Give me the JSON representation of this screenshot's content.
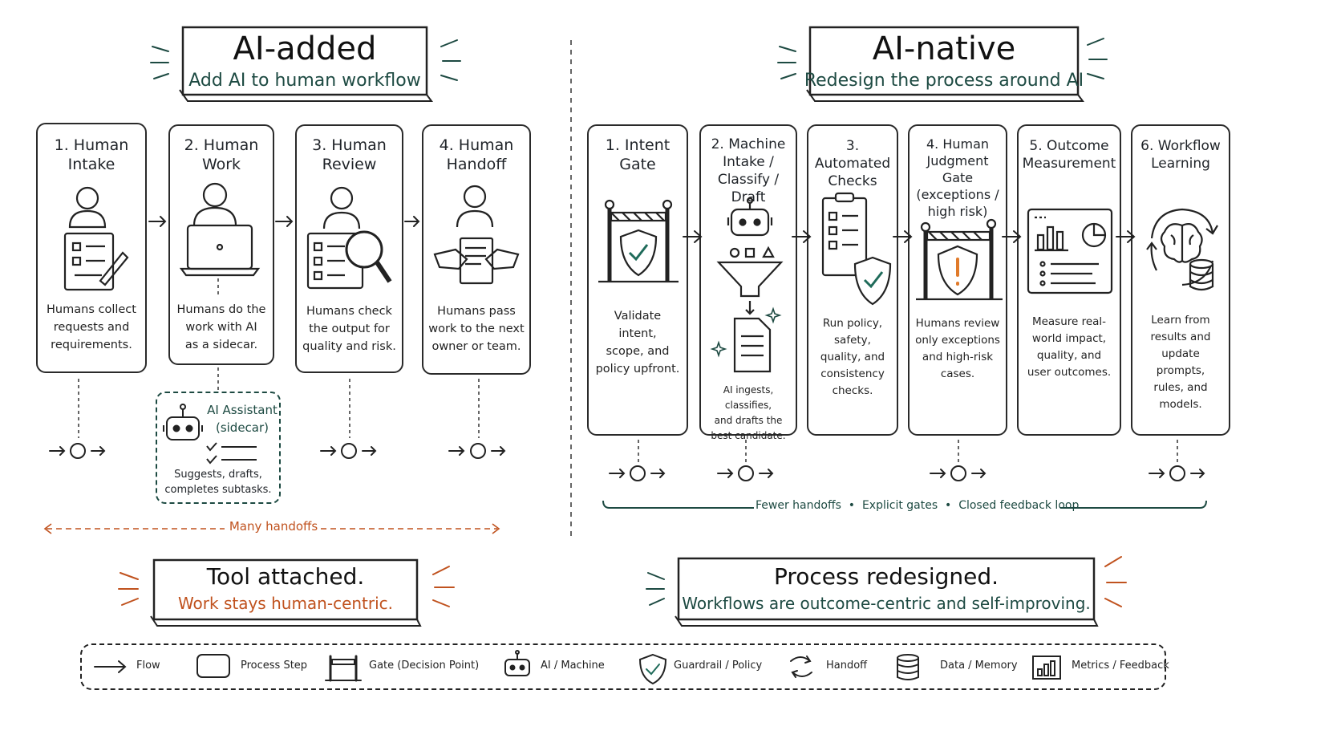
{
  "left": {
    "banner": {
      "title": "AI-added",
      "subtitle": "Add AI to human workflow"
    },
    "steps": [
      {
        "title": "1.  Human\nIntake",
        "desc": "Humans collect\nrequests and\nrequirements."
      },
      {
        "title": "2.  Human\nWork",
        "desc": "Humans do the\nwork with AI\nas a sidecar."
      },
      {
        "title": "3.  Human\nReview",
        "desc": "Humans check\nthe output for\nquality and risk."
      },
      {
        "title": "4.  Human\nHandoff",
        "desc": "Humans pass\nwork to the next\nowner or team."
      }
    ],
    "assistant": {
      "title": "AI Assistant\n(sidecar)",
      "desc": "Suggests, drafts,\ncompletes subtasks."
    },
    "handoff_note": "Many handoffs",
    "footer": {
      "title": "Tool attached.",
      "subtitle": "Work stays human-centric."
    }
  },
  "right": {
    "banner": {
      "title": "AI-native",
      "subtitle": "Redesign the process around AI"
    },
    "steps": [
      {
        "title": "1.  Intent\nGate",
        "desc": "Validate intent,\nscope, and\npolicy upfront."
      },
      {
        "title": "2.  Machine\nIntake / Classify /\nDraft",
        "desc": "AI ingests, classifies,\nand drafts the\nbest candidate."
      },
      {
        "title": "3.  Automated\nChecks",
        "desc": "Run policy, safety,\nquality, and\nconsistency\nchecks."
      },
      {
        "title": "4.  Human\nJudgment Gate\n(exceptions /\nhigh risk)",
        "desc": "Humans review\nonly exceptions\nand high-risk\ncases."
      },
      {
        "title": "5.  Outcome\nMeasurement",
        "desc": "Measure real-\nworld impact,\nquality, and\nuser outcomes."
      },
      {
        "title": "6.  Workflow\nLearning",
        "desc": "Learn from\nresults and\nupdate prompts,\nrules, and\nmodels."
      }
    ],
    "summary_note": "Fewer handoffs  •  Explicit gates  •  Closed feedback loop",
    "footer": {
      "title": "Process redesigned.",
      "subtitle": "Workflows are outcome-centric and self-improving."
    }
  },
  "legend": [
    {
      "icon": "flow-arrow-icon",
      "label": "Flow"
    },
    {
      "icon": "process-step-icon",
      "label": "Process Step"
    },
    {
      "icon": "gate-icon",
      "label": "Gate (Decision Point)"
    },
    {
      "icon": "robot-icon",
      "label": "AI / Machine"
    },
    {
      "icon": "shield-icon",
      "label": "Guardrail / Policy"
    },
    {
      "icon": "handoff-cycle-icon",
      "label": "Handoff"
    },
    {
      "icon": "database-icon",
      "label": "Data / Memory"
    },
    {
      "icon": "bar-chart-icon",
      "label": "Metrics / Feedback"
    }
  ],
  "colors": {
    "ink": "#1f2328",
    "accent_teal": "#1d4a42",
    "accent_orange": "#c0521e",
    "shield_green": "#1f6b5a",
    "warning_orange": "#e07a2a"
  }
}
